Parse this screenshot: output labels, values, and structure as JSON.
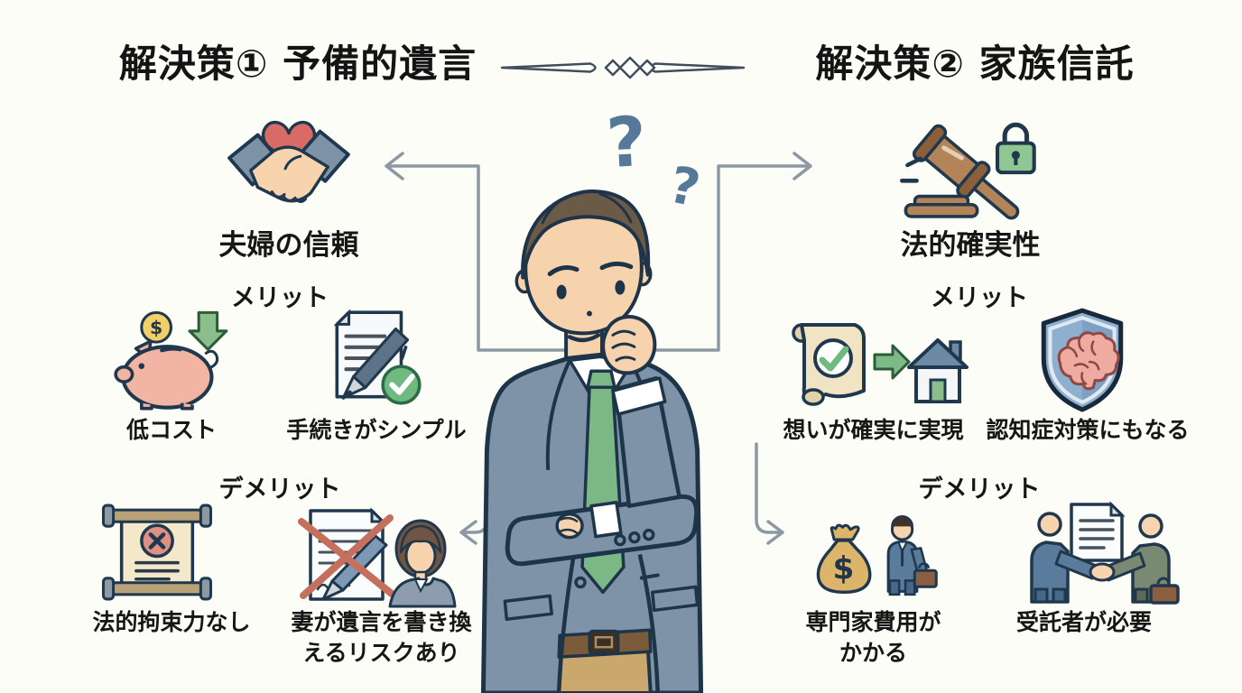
{
  "header": {
    "left_title": "解決策① 予備的遺言",
    "right_title": "解決策② 家族信託",
    "divider_icon": "diamond-ornament-divider"
  },
  "left_panel": {
    "keyword_icon": "handshake-heart-icon",
    "keyword": "夫婦の信頼",
    "merit_heading": "メリット",
    "merits": [
      {
        "icon": "piggy-bank-savings-icon",
        "label": "低コスト"
      },
      {
        "icon": "document-pen-check-icon",
        "label": "手続きがシンプル"
      }
    ],
    "demerit_heading": "デメリット",
    "demerits": [
      {
        "icon": "scroll-rejected-icon",
        "label": "法的拘束力なし"
      },
      {
        "icon": "crossed-will-wife-icon",
        "label": "妻が遺言を書き換\nえるリスクあり"
      }
    ]
  },
  "right_panel": {
    "keyword_icon": "gavel-lock-icon",
    "keyword": "法的確実性",
    "merit_heading": "メリット",
    "merits": [
      {
        "icon": "scroll-check-house-icon",
        "label": "想いが確実に実現"
      },
      {
        "icon": "shield-brain-icon",
        "label": "認知症対策にもなる"
      }
    ],
    "demerit_heading": "デメリット",
    "demerits": [
      {
        "icon": "money-bag-expert-icon",
        "label": "専門家費用が\nかかる"
      },
      {
        "icon": "trustee-handshake-icon",
        "label": "受託者が必要"
      }
    ]
  },
  "center": {
    "figure": "thinking-man-illustration",
    "question_marks": [
      "?",
      "?"
    ]
  },
  "colors": {
    "background": "#fdfdf8",
    "text": "#161616",
    "outline_navy": "#1d3449",
    "arrow_gray": "#8c98a2",
    "heart_red": "#d96b67",
    "green": "#6fba80",
    "parchment": "#f0e4c6",
    "suit_blue_gray": "#7e93a8",
    "tie_green": "#7cb885",
    "skin": "#f6d2ad",
    "shield_blue": "#8fafcf",
    "brain_pink": "#efaba1",
    "gavel_brown": "#b28457",
    "lock_green": "#8fc793",
    "pig_pink": "#f2b4a3",
    "coin_yellow": "#f2cf67",
    "bag_gold": "#dcb46a",
    "businessman_suit": "#5b7b9d",
    "trustee_suit": "#7a8a72",
    "cross_red": "#c4705c",
    "pants_khaki": "#c9a76d"
  }
}
